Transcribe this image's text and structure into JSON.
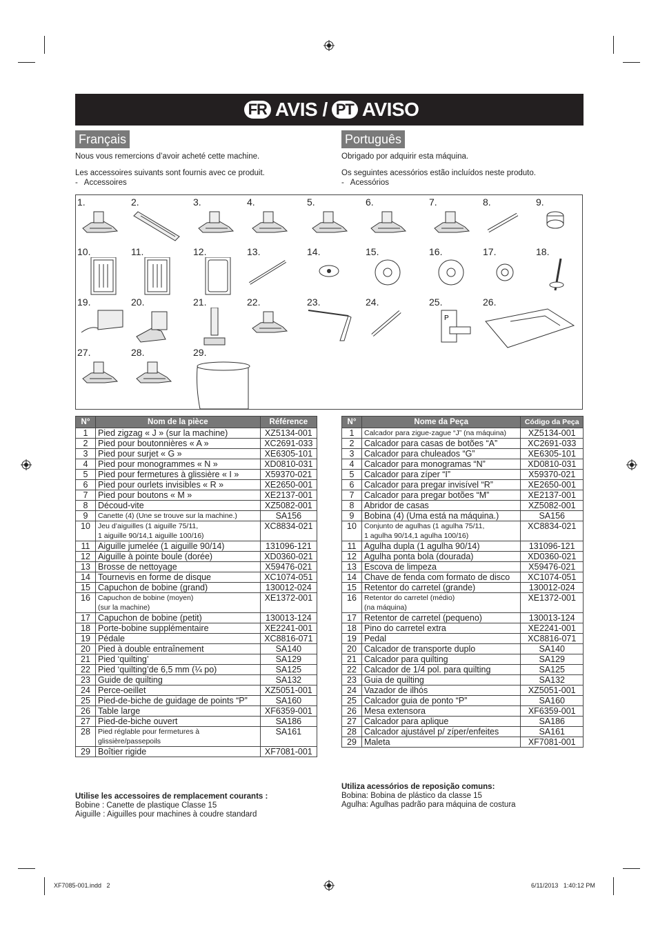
{
  "banner": {
    "fr_badge": "FR",
    "title_fr": "AVIS /",
    "pt_badge": "PT",
    "title_pt": "AVISO"
  },
  "fr": {
    "heading": "Français",
    "intro": "Nous vous remercions d’avoir acheté cette machine.",
    "included": "Les accessoires suivants sont fournis avec ce produit.",
    "accessories": "-   Accessoires"
  },
  "pt": {
    "heading": "Português",
    "intro": "Obrigado por adquirir esta máquina.",
    "included": "Os seguintes acessórios estão incluídos neste produto.",
    "accessories": "-   Acessórios"
  },
  "accessory_numbers": [
    "1.",
    "2.",
    "3.",
    "4.",
    "5.",
    "6.",
    "7.",
    "8.",
    "9.",
    "10.",
    "11.",
    "12.",
    "13.",
    "14.",
    "15.",
    "16.",
    "17.",
    "18.",
    "19.",
    "20.",
    "21.",
    "22.",
    "23.",
    "24.",
    "25.",
    "26.",
    "27.",
    "28.",
    "29."
  ],
  "table_fr": {
    "headers": [
      "N°",
      "Nom de la pièce",
      "Référence"
    ],
    "rows": [
      [
        "1",
        "Pied zigzag « J » (sur la machine)",
        "XZ5134-001"
      ],
      [
        "2",
        "Pied pour boutonnières « A »",
        "XC2691-033"
      ],
      [
        "3",
        "Pied pour surjet « G »",
        "XE6305-101"
      ],
      [
        "4",
        "Pied pour monogrammes « N »",
        "XD0810-031"
      ],
      [
        "5",
        "Pied pour fermetures à glissière « I »",
        "X59370-021"
      ],
      [
        "6",
        "Pied pour ourlets invisibles « R »",
        "XE2650-001"
      ],
      [
        "7",
        "Pied pour boutons « M »",
        "XE2137-001"
      ],
      [
        "8",
        "Découd-vite",
        "XZ5082-001"
      ],
      [
        "9",
        "Canette (4) (Une se trouve sur la machine.)",
        "SA156"
      ],
      [
        "10",
        "Jeu d’aiguilles (1 aiguille 75/11,\n1 aiguille 90/14,1 aiguille 100/16)",
        "XC8834-021"
      ],
      [
        "11",
        "Aiguille jumelée (1 aiguille 90/14)",
        "131096-121"
      ],
      [
        "12",
        "Aiguille à pointe boule (dorée)",
        "XD0360-021"
      ],
      [
        "13",
        "Brosse de nettoyage",
        "X59476-021"
      ],
      [
        "14",
        "Tournevis en forme de disque",
        "XC1074-051"
      ],
      [
        "15",
        "Capuchon de bobine (grand)",
        "130012-024"
      ],
      [
        "16",
        "Capuchon de bobine (moyen)\n(sur la machine)",
        "XE1372-001"
      ],
      [
        "17",
        "Capuchon de bobine (petit)",
        "130013-124"
      ],
      [
        "18",
        "Porte-bobine supplémentaire",
        "XE2241-001"
      ],
      [
        "19",
        "Pédale",
        "XC8816-071"
      ],
      [
        "20",
        "Pied à double entraînement",
        "SA140"
      ],
      [
        "21",
        "Pied ‘quilting’",
        "SA129"
      ],
      [
        "22",
        "Pied ‘quilting’de 6,5 mm (¼ po)",
        "SA125"
      ],
      [
        "23",
        "Guide de quilting",
        "SA132"
      ],
      [
        "24",
        "Perce-oeillet",
        "XZ5051-001"
      ],
      [
        "25",
        "Pied-de-biche de guidage de points “P”",
        "SA160"
      ],
      [
        "26",
        "Table large",
        "XF6359-001"
      ],
      [
        "27",
        "Pied-de-biche ouvert",
        "SA186"
      ],
      [
        "28",
        "Pied réglable pour fermetures à\nglissière/passepoils",
        "SA161"
      ],
      [
        "29",
        "Boîtier rigide",
        "XF7081-001"
      ]
    ]
  },
  "table_pt": {
    "headers": [
      "N°",
      "Nome da Peça",
      "Código da Peça"
    ],
    "rows": [
      [
        "1",
        "Calcador para zigue-zague “J” (na máquina)",
        "XZ5134-001"
      ],
      [
        "2",
        "Calcador para casas de botões “A”",
        "XC2691-033"
      ],
      [
        "3",
        "Calcador para chuleados “G”",
        "XE6305-101"
      ],
      [
        "4",
        "Calcador para monogramas “N”",
        "XD0810-031"
      ],
      [
        "5",
        "Calcador para zíper “I”",
        "X59370-021"
      ],
      [
        "6",
        "Calcador para pregar invisível “R”",
        "XE2650-001"
      ],
      [
        "7",
        "Calcador para pregar botões “M”",
        "XE2137-001"
      ],
      [
        "8",
        "Abridor de casas",
        "XZ5082-001"
      ],
      [
        "9",
        "Bobina (4) (Uma está na máquina.)",
        "SA156"
      ],
      [
        "10",
        "Conjunto de agulhas (1 agulha 75/11,\n1 agulha 90/14,1 agulha 100/16)",
        "XC8834-021"
      ],
      [
        "11",
        "Agulha dupla (1 agulha 90/14)",
        "131096-121"
      ],
      [
        "12",
        "Agulha ponta bola (dourada)",
        "XD0360-021"
      ],
      [
        "13",
        "Escova de limpeza",
        "X59476-021"
      ],
      [
        "14",
        "Chave de fenda com formato de disco",
        "XC1074-051"
      ],
      [
        "15",
        "Retentor do carretel (grande)",
        "130012-024"
      ],
      [
        "16",
        "Retentor do carretel (médio)\n(na máquina)",
        "XE1372-001"
      ],
      [
        "17",
        "Retentor de carretel (pequeno)",
        "130013-124"
      ],
      [
        "18",
        "Pino do carretel extra",
        "XE2241-001"
      ],
      [
        "19",
        "Pedal",
        "XC8816-071"
      ],
      [
        "20",
        "Calcador de transporte duplo",
        "SA140"
      ],
      [
        "21",
        "Calcador para quilting",
        "SA129"
      ],
      [
        "22",
        "Calcador de 1/4 pol. para quilting",
        "SA125"
      ],
      [
        "23",
        "Guia de quilting",
        "SA132"
      ],
      [
        "24",
        "Vazador de ilhós",
        "XZ5051-001"
      ],
      [
        "25",
        "Calcador guia de ponto “P”",
        "SA160"
      ],
      [
        "26",
        "Mesa extensora",
        "XF6359-001"
      ],
      [
        "27",
        "Calcador para aplique",
        "SA186"
      ],
      [
        "28",
        "Calcador ajustável p/ zíper/enfeites",
        "SA161"
      ],
      [
        "29",
        "Maleta",
        "XF7081-001"
      ]
    ]
  },
  "foot_fr": {
    "title": "Utilise les accessoires de remplacement courants :",
    "line1": "Bobine : Canette de plastique Classe 15",
    "line2": "Aiguille : Aiguilles pour machines à coudre standard"
  },
  "foot_pt": {
    "title": "Utiliza acessórios de reposição comuns:",
    "line1": "Bobina: Bobina de plástico da classe 15",
    "line2": "Agulha: Agulhas padrão para máquina de costura"
  },
  "print_info": {
    "file": "XF7085-001.indd   2",
    "date": "6/11/2013   1:40:12 PM"
  }
}
